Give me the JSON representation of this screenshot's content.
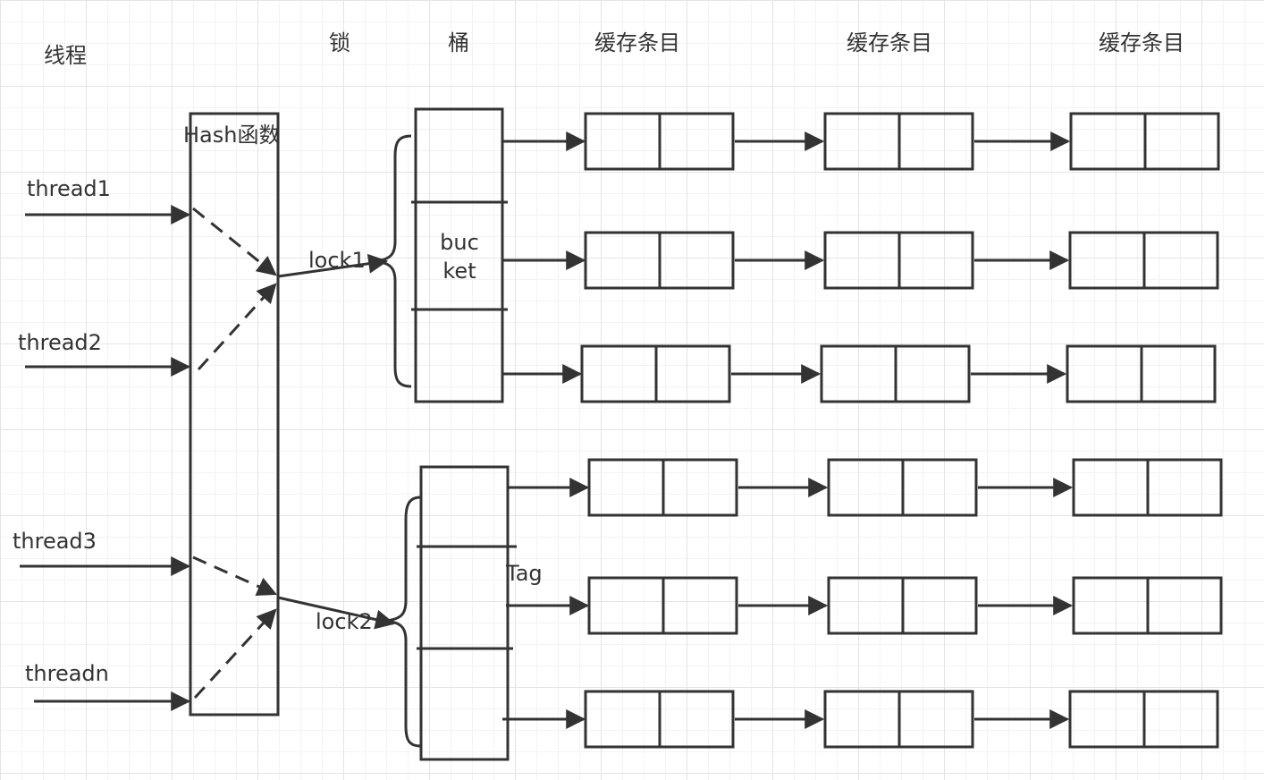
{
  "headers": {
    "thread": "线程",
    "lock": "锁",
    "bucket": "桶",
    "entry1": "缓存条目",
    "entry2": "缓存条目",
    "entry3": "缓存条目"
  },
  "hash_label": "Hash函数",
  "threads": [
    "thread1",
    "thread2",
    "thread3",
    "threadn"
  ],
  "locks": [
    "lock1",
    "lock2"
  ],
  "bucket_label_line1": "buc",
  "bucket_label_line2": "ket",
  "tag_label": "Tag",
  "colors": {
    "stroke": "#333333",
    "text": "#333333",
    "grid": "#e4e4e4"
  }
}
